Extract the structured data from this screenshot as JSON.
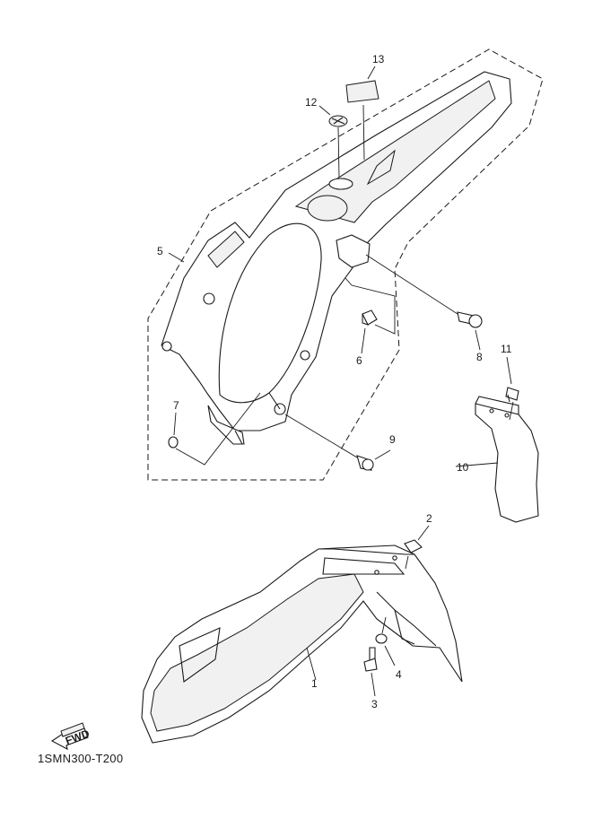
{
  "diagram": {
    "code": "1SMN300-T200",
    "fwd_label": "FWD",
    "callouts": {
      "c1": "1",
      "c2": "2",
      "c3": "3",
      "c4": "4",
      "c5": "5",
      "c6": "6",
      "c7": "7",
      "c8": "8",
      "c9": "9",
      "c10": "10",
      "c11": "11",
      "c12": "12",
      "c13": "13"
    }
  }
}
